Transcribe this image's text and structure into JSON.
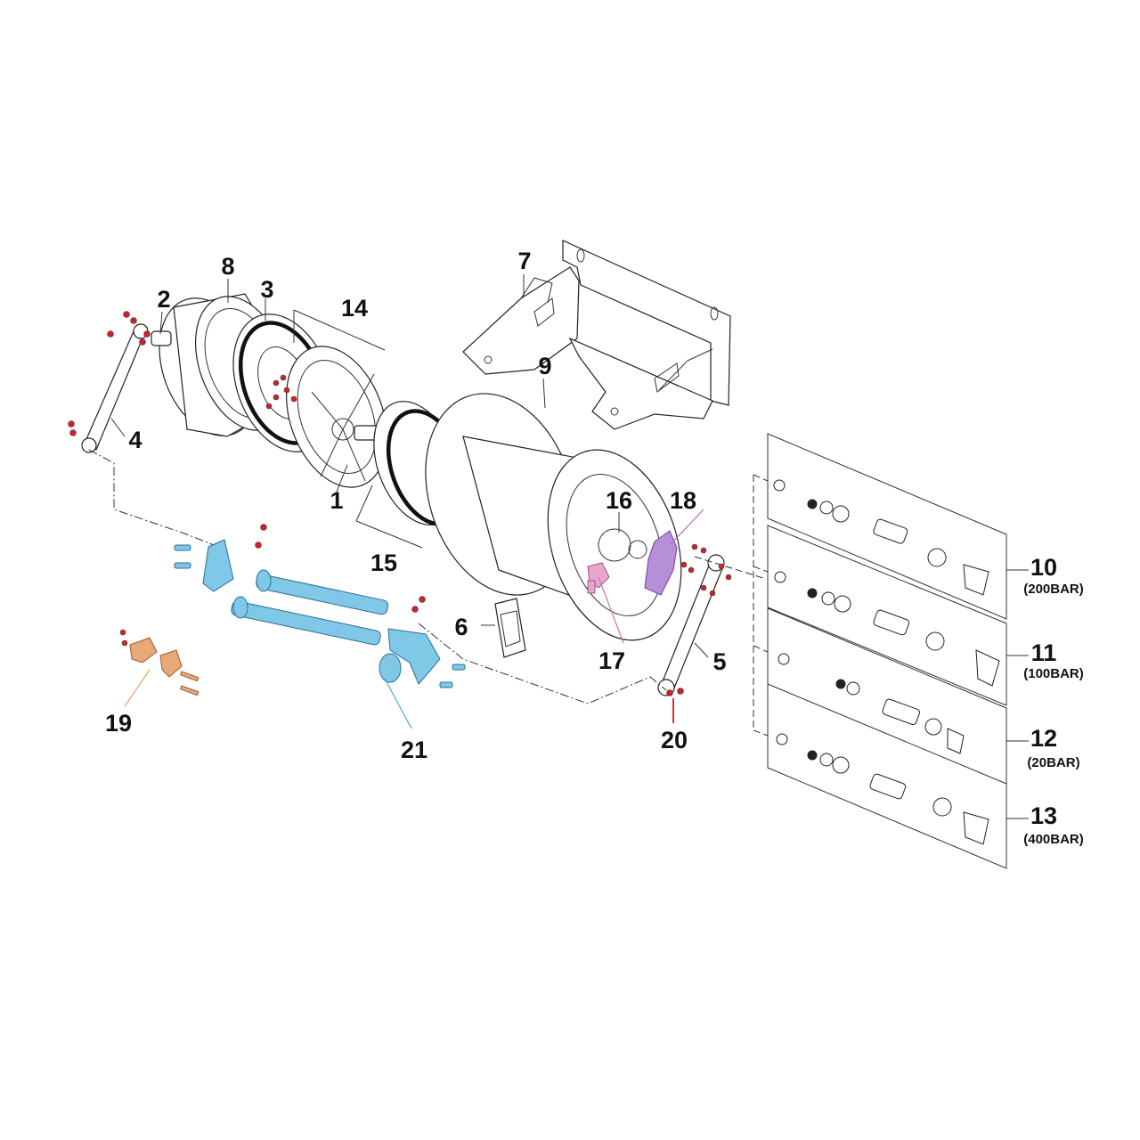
{
  "colors": {
    "line": "#222222",
    "fastener": "#d0202a",
    "highlight_blue": "#7fc8e8",
    "highlight_purple": "#b58fd8",
    "highlight_pink": "#e8a6cf",
    "highlight_orange": "#e8a878",
    "leader_red": "#d0202a",
    "leader_blue": "#4aa8d8",
    "leader_pink": "#d870b8",
    "leader_purple": "#b070c8",
    "leader_orange": "#e8a070"
  },
  "callouts": {
    "c1": "1",
    "c2": "2",
    "c3": "3",
    "c4": "4",
    "c5": "5",
    "c6": "6",
    "c7": "7",
    "c8": "8",
    "c9": "9",
    "c14": "14",
    "c15": "15",
    "c16": "16",
    "c17": "17",
    "c18": "18",
    "c19": "19",
    "c20": "20",
    "c21": "21"
  },
  "swivel_kits": [
    {
      "number": "10",
      "pressure": "(200BAR)"
    },
    {
      "number": "11",
      "pressure": "(100BAR)"
    },
    {
      "number": "12",
      "pressure": "(20BAR)"
    },
    {
      "number": "13",
      "pressure": "(400BAR)"
    }
  ]
}
